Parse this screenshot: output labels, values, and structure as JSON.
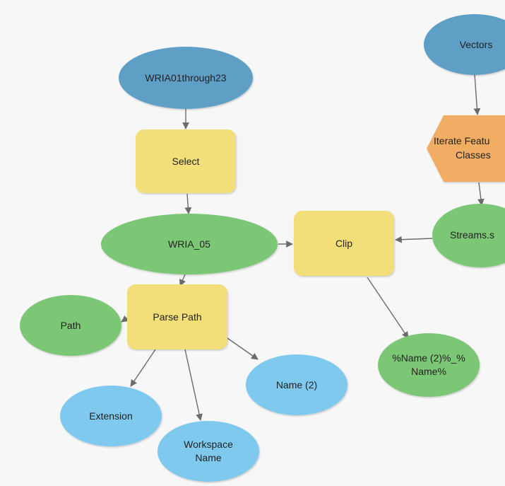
{
  "colors": {
    "background": "#f7f7f7",
    "input_blue": "#5f9fc6",
    "tool_yellow": "#f2df7a",
    "derived_green": "#7cc774",
    "parameter_lightblue": "#7fc8ee",
    "iterator_orange": "#f0ad63",
    "connector": "#6b6b6b"
  },
  "nodes": {
    "vectors": {
      "label": "Vectors",
      "icon": "input-data-ellipse"
    },
    "wria_input": {
      "label": "WRIA01through23",
      "icon": "input-data-ellipse"
    },
    "iterate": {
      "label_line1": "Iterate Featu",
      "label_line2": "Classes",
      "icon": "iterator-hexagon"
    },
    "select": {
      "label": "Select",
      "icon": "tool-rectangle"
    },
    "wria05": {
      "label": "WRIA_05",
      "icon": "derived-data-ellipse"
    },
    "clip": {
      "label": "Clip",
      "icon": "tool-rectangle"
    },
    "streams": {
      "label": "Streams.s",
      "icon": "derived-data-ellipse"
    },
    "parse_path": {
      "label": "Parse Path",
      "icon": "tool-rectangle"
    },
    "path": {
      "label": "Path",
      "icon": "derived-data-ellipse"
    },
    "clip_output": {
      "label_line1": "%Name (2)%_%",
      "label_line2": "Name%",
      "icon": "derived-data-ellipse"
    },
    "name2": {
      "label": "Name (2)",
      "icon": "parameter-ellipse"
    },
    "extension": {
      "label": "Extension",
      "icon": "parameter-ellipse"
    },
    "workspace_name": {
      "label_line1": "Workspace",
      "label_line2": "Name",
      "icon": "parameter-ellipse"
    }
  }
}
